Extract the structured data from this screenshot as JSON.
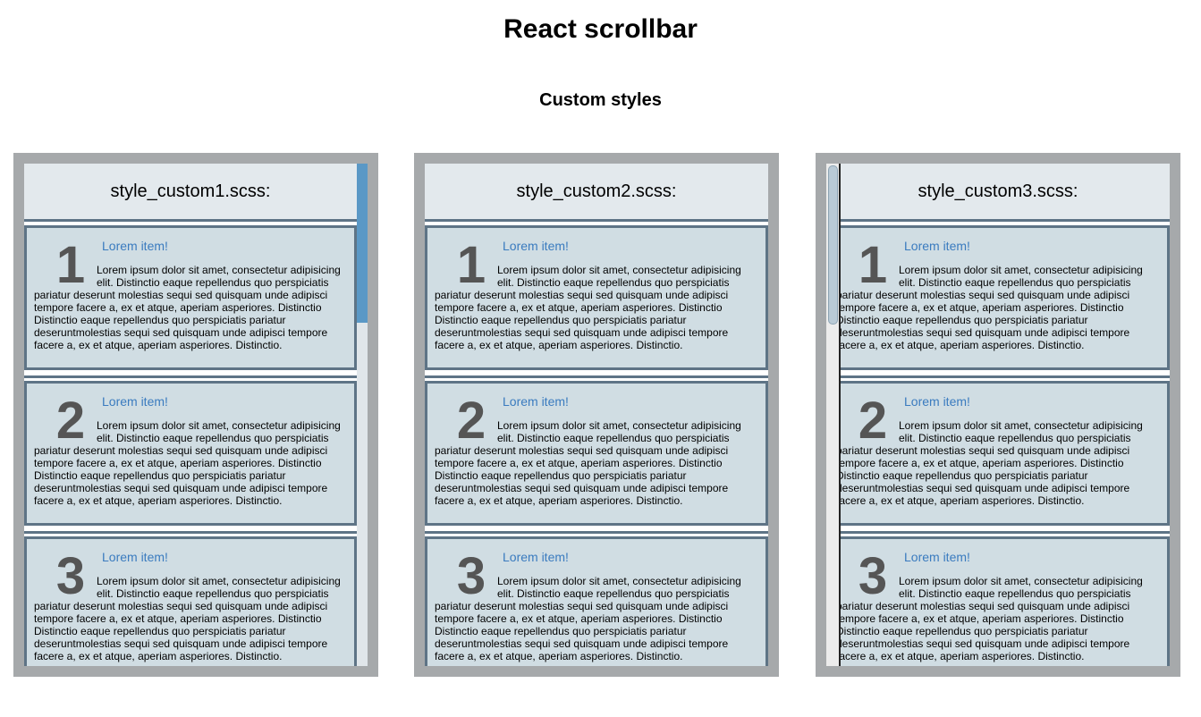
{
  "page": {
    "title": "React scrollbar",
    "section": "Custom styles"
  },
  "panels": [
    {
      "header": "style_custom1.scss:"
    },
    {
      "header": "style_custom2.scss:"
    },
    {
      "header": "style_custom3.scss:"
    }
  ],
  "items": [
    {
      "number": "1",
      "title": "Lorem item!",
      "text": "Lorem ipsum dolor sit amet, consectetur adipisicing elit. Distinctio eaque repellendus quo perspiciatis pariatur deserunt molestias sequi sed quisquam unde adipisci tempore facere a, ex et atque, aperiam asperiores. Distinctio Distinctio eaque repellendus quo perspiciatis pariatur deseruntmolestias sequi sed quisquam unde adipisci tempore facere a, ex et atque, aperiam asperiores. Distinctio."
    },
    {
      "number": "2",
      "title": "Lorem item!",
      "text": "Lorem ipsum dolor sit amet, consectetur adipisicing elit. Distinctio eaque repellendus quo perspiciatis pariatur deserunt molestias sequi sed quisquam unde adipisci tempore facere a, ex et atque, aperiam asperiores. Distinctio Distinctio eaque repellendus quo perspiciatis pariatur deseruntmolestias sequi sed quisquam unde adipisci tempore facere a, ex et atque, aperiam asperiores. Distinctio."
    },
    {
      "number": "3",
      "title": "Lorem item!",
      "text": "Lorem ipsum dolor sit amet, consectetur adipisicing elit. Distinctio eaque repellendus quo perspiciatis pariatur deserunt molestias sequi sed quisquam unde adipisci tempore facere a, ex et atque, aperiam asperiores. Distinctio Distinctio eaque repellendus quo perspiciatis pariatur deseruntmolestias sequi sed quisquam unde adipisci tempore facere a, ex et atque, aperiam asperiores. Distinctio."
    }
  ],
  "colors": {
    "panel_frame": "#a6a9ab",
    "item_bg": "#d0dde3",
    "item_border": "#5e7486",
    "header_bg": "#e3e9ed",
    "link": "#3a7bbf",
    "thumb1": "#5a98c6",
    "thumb3": "#b9cad6"
  }
}
